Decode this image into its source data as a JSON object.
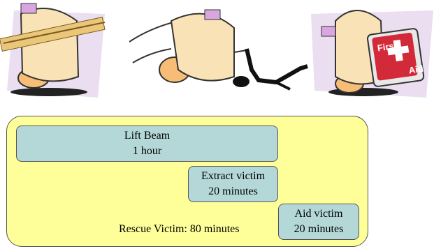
{
  "tasks": [
    {
      "name": "Lift Beam",
      "duration": "1 hour"
    },
    {
      "name": "Extract victim",
      "duration": "20 minutes"
    },
    {
      "name": "Aid victim",
      "duration": "20 minutes"
    }
  ],
  "total_label": "Rescue Victim: 80 minutes",
  "first_aid_kit": {
    "line1": "First",
    "line2": "Aid"
  },
  "colors": {
    "panel": "#ffff99",
    "task": "#b4d8d8",
    "robot": "#f9e3b6"
  }
}
